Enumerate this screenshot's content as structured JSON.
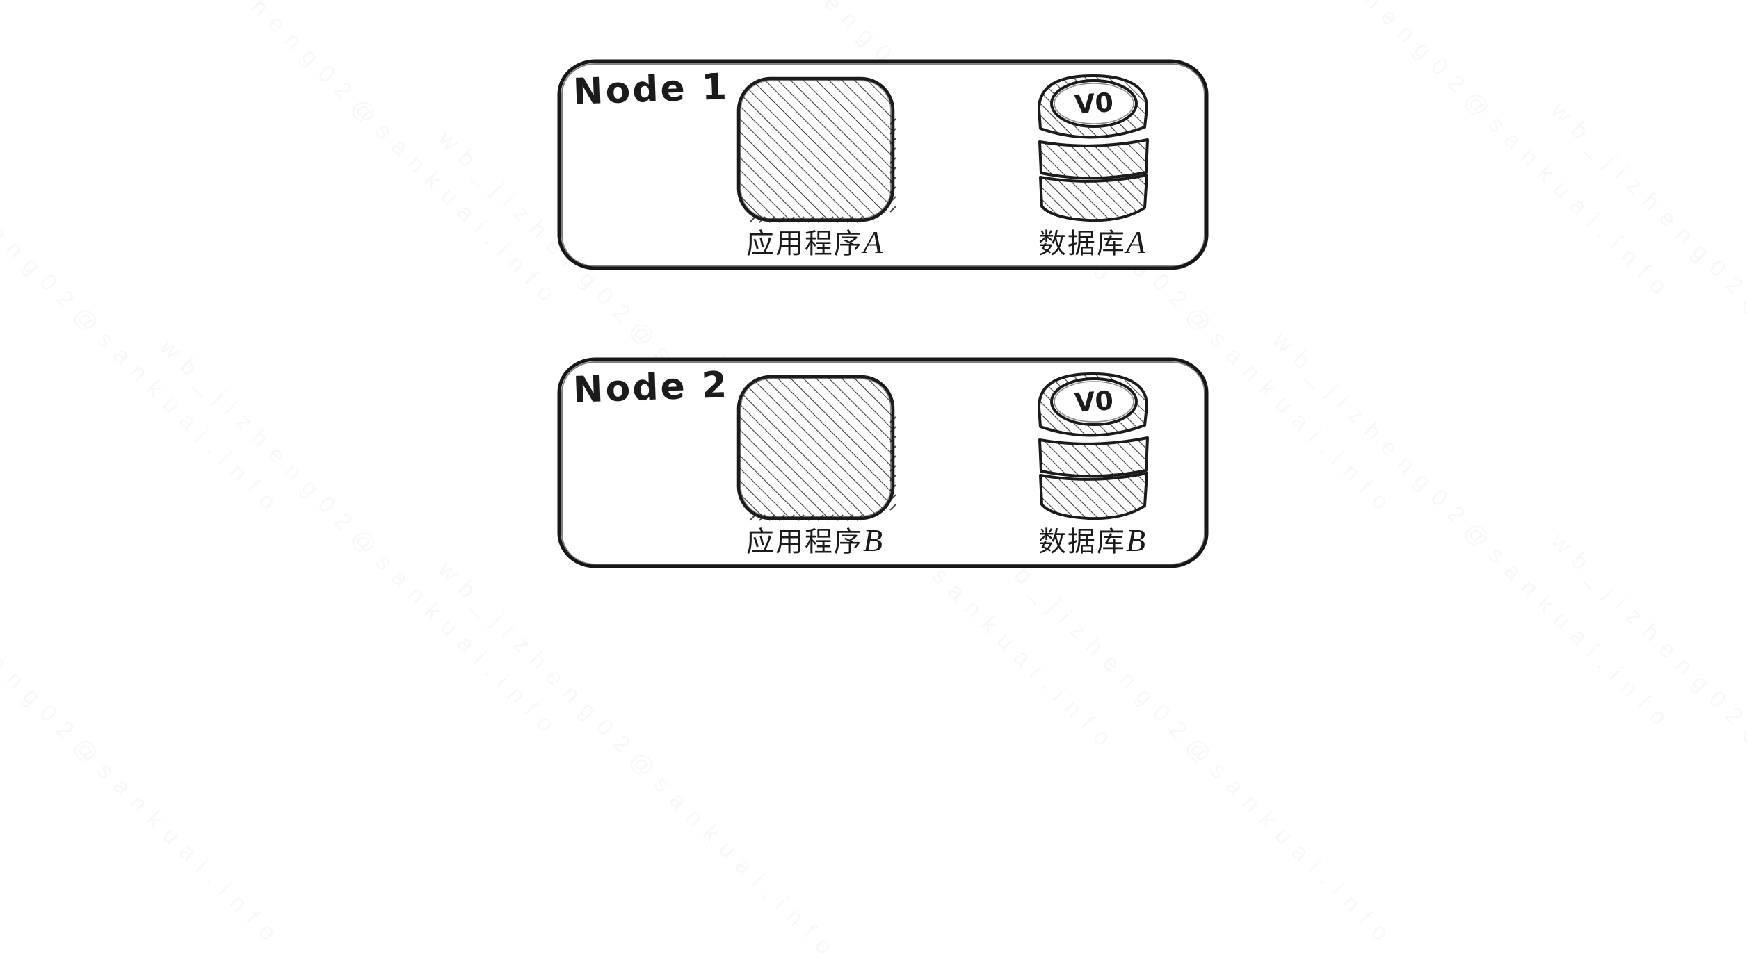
{
  "watermark": {
    "text": "wb_jizheng02@sankuai.info"
  },
  "colors": {
    "background": "#ffffff",
    "ink": "#1b1b1b",
    "hatch_line": "#3a3a3a"
  },
  "nodes": [
    {
      "title": "Node 1",
      "app": {
        "label": "应用程序",
        "suffix": "A"
      },
      "db": {
        "version": "V0",
        "label": "数据库",
        "suffix": "A"
      }
    },
    {
      "title": "Node 2",
      "app": {
        "label": "应用程序",
        "suffix": "B"
      },
      "db": {
        "version": "V0",
        "label": "数据库",
        "suffix": "B"
      }
    }
  ]
}
